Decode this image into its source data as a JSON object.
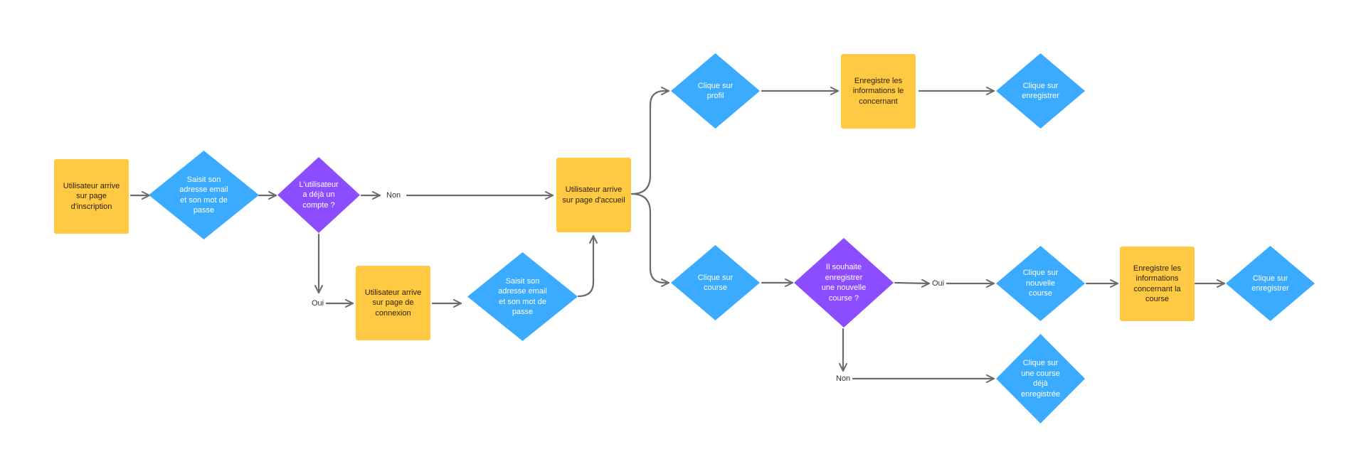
{
  "colors": {
    "process": "#ffc944",
    "action": "#3aabff",
    "decision": "#8c4cff",
    "connector": "#6b6b6b"
  },
  "nodes": {
    "arrive_signup": "Utilisateur arrive\nsur page\nd'inscription",
    "enter_credentials_1": "Saisit son\nadresse email\net son mot de\npasse",
    "has_account": "L'utilisateur\na déjà un\ncompte ?",
    "arrive_home": "Utilisateur arrive\nsur page d'accueil",
    "arrive_login": "Utilisateur arrive\nsur page de\nconnexion",
    "enter_credentials_2": "Saisit son\nadresse email\net son mot de\npasse",
    "click_profile": "Clique sur\nprofil",
    "save_profile_info": "Enregistre les\ninformations le\nconcernant",
    "click_save_profile": "Clique sur\nenregistrer",
    "click_race": "Clique sur\ncourse",
    "wants_new_race": "Il souhaite\nenregistrer\nune nouvelle\ncourse ?",
    "click_new_race": "Clique sur\nnouvelle\ncourse",
    "save_race_info": "Enregistre les\ninformations\nconcernant la\ncourse",
    "click_save_race": "Clique sur\nenregistrer",
    "click_saved_race": "Clique sur\nune course\ndéjà\nenregistrée"
  },
  "labels": {
    "non_1": "Non",
    "oui_1": "Oui",
    "oui_2": "Oui",
    "non_2": "Non"
  }
}
